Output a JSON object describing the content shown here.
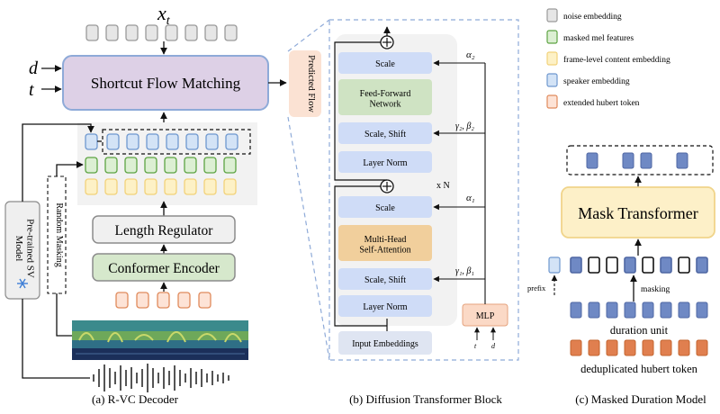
{
  "panel_a": {
    "top_symbol": "x",
    "top_symbol_sub": "t",
    "input_d": "d",
    "input_t": "t",
    "sfm_label": "Shortcut Flow Matching",
    "predicted_flow_label": "Predicted Flow",
    "length_regulator_label": "Length Regulator",
    "conformer_label": "Conformer Encoder",
    "sv_model_label": "Pre-trained SV Model",
    "random_masking_label": "Random Masking",
    "caption": "(a) R-VC Decoder"
  },
  "panel_b": {
    "scale_top": "Scale",
    "ffn_label": "Feed-Forward Network",
    "scale_shift_top": "Scale, Shift",
    "layer_norm_top": "Layer Norm",
    "scale_bottom": "Scale",
    "mhsa_label": "Multi-Head Self-Attention",
    "scale_shift_bottom": "Scale, Shift",
    "layer_norm_bottom": "Layer Norm",
    "input_embeddings_label": "Input Embeddings",
    "mlp_label": "MLP",
    "repeat_label": "x N",
    "alpha2": "α₂",
    "gamma2_beta2": "γ₂, β₂",
    "alpha1": "α₁",
    "gamma1_beta1": "γ₁, β₁",
    "mlp_input_t": "t",
    "mlp_input_d": "d",
    "caption": "(b) Diffusion Transformer Block"
  },
  "legend": [
    {
      "label": "noise embedding",
      "fill": "#e6e6e6",
      "stroke": "#9a9a9a"
    },
    {
      "label": "masked mel features",
      "fill": "#dcefd3",
      "stroke": "#5da443"
    },
    {
      "label": "frame-level content embedding",
      "fill": "#fdf1c6",
      "stroke": "#f2d27a"
    },
    {
      "label": "speaker embedding",
      "fill": "#d3e3f6",
      "stroke": "#6f98cf"
    },
    {
      "label": "extended hubert token",
      "fill": "#fde3d6",
      "stroke": "#e08a5c"
    }
  ],
  "panel_c": {
    "mask_transformer_label": "Mask Transformer",
    "prefix_label": "prefix",
    "masking_label": "masking",
    "duration_unit_label": "duration unit",
    "dedup_label": "deduplicated hubert token",
    "caption": "(c) Masked Duration Model"
  },
  "colors": {
    "sfm_fill": "#ddd0e6",
    "sfm_stroke": "#8eaad8",
    "predicted_flow_fill": "#fbe2d3",
    "green_fill": "#d6e8cc",
    "ffn_fill": "#cfe3c3",
    "mhsa_fill": "#f1cf9c",
    "blue_block_fill": "#cfdcf7",
    "mlp_fill": "#fbd9c6",
    "mask_transformer_fill": "#fdf0c8",
    "mask_transformer_stroke": "#f0d48a",
    "dark_token": "#6f89c4",
    "orange_token": "#e07f4f"
  }
}
